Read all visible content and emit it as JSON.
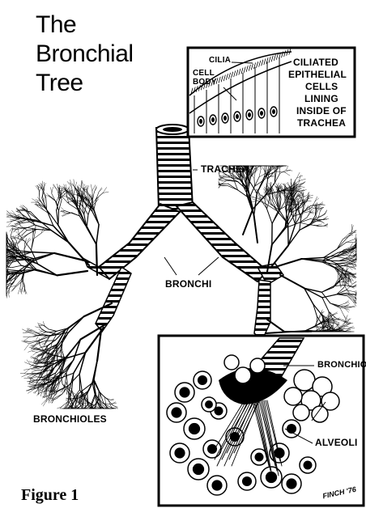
{
  "title": {
    "line1": "The",
    "line2": "Bronchial",
    "line3": "Tree"
  },
  "inset_top": {
    "cilia": "CILIA",
    "cell_body": [
      "CELL",
      "BODY"
    ],
    "caption": [
      "CILIATED",
      "EPITHELIAL",
      "CELLS",
      "LINING",
      "INSIDE OF",
      "TRACHEA"
    ]
  },
  "labels": {
    "trachea": "TRACHEA",
    "bronchi": "BRONCHI",
    "bronchioles": "BRONCHIOLES",
    "bronchiole": "BRONCHIOLE",
    "alveoli": "ALVEOLI"
  },
  "figure_caption": "Figure 1",
  "signature": "FINCH '76"
}
